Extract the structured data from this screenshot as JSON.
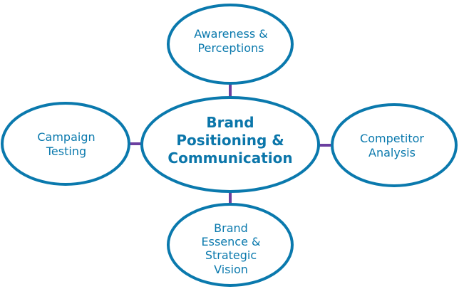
{
  "diagram": {
    "center": {
      "lines": [
        "Brand",
        "Positioning &",
        "Communication"
      ]
    },
    "top": {
      "lines": [
        "Awareness &",
        "Perceptions"
      ]
    },
    "left": {
      "lines": [
        "Campaign",
        "Testing"
      ]
    },
    "right": {
      "lines": [
        "Competitor",
        "Analysis"
      ]
    },
    "bottom": {
      "lines": [
        "Brand",
        "Essence &",
        "Strategic",
        "Vision"
      ]
    },
    "colors": {
      "node_fill": "#ffffff",
      "node_stroke": "#0a79ad",
      "text": "#0a79ad",
      "connector": "#6b3fa0"
    }
  }
}
